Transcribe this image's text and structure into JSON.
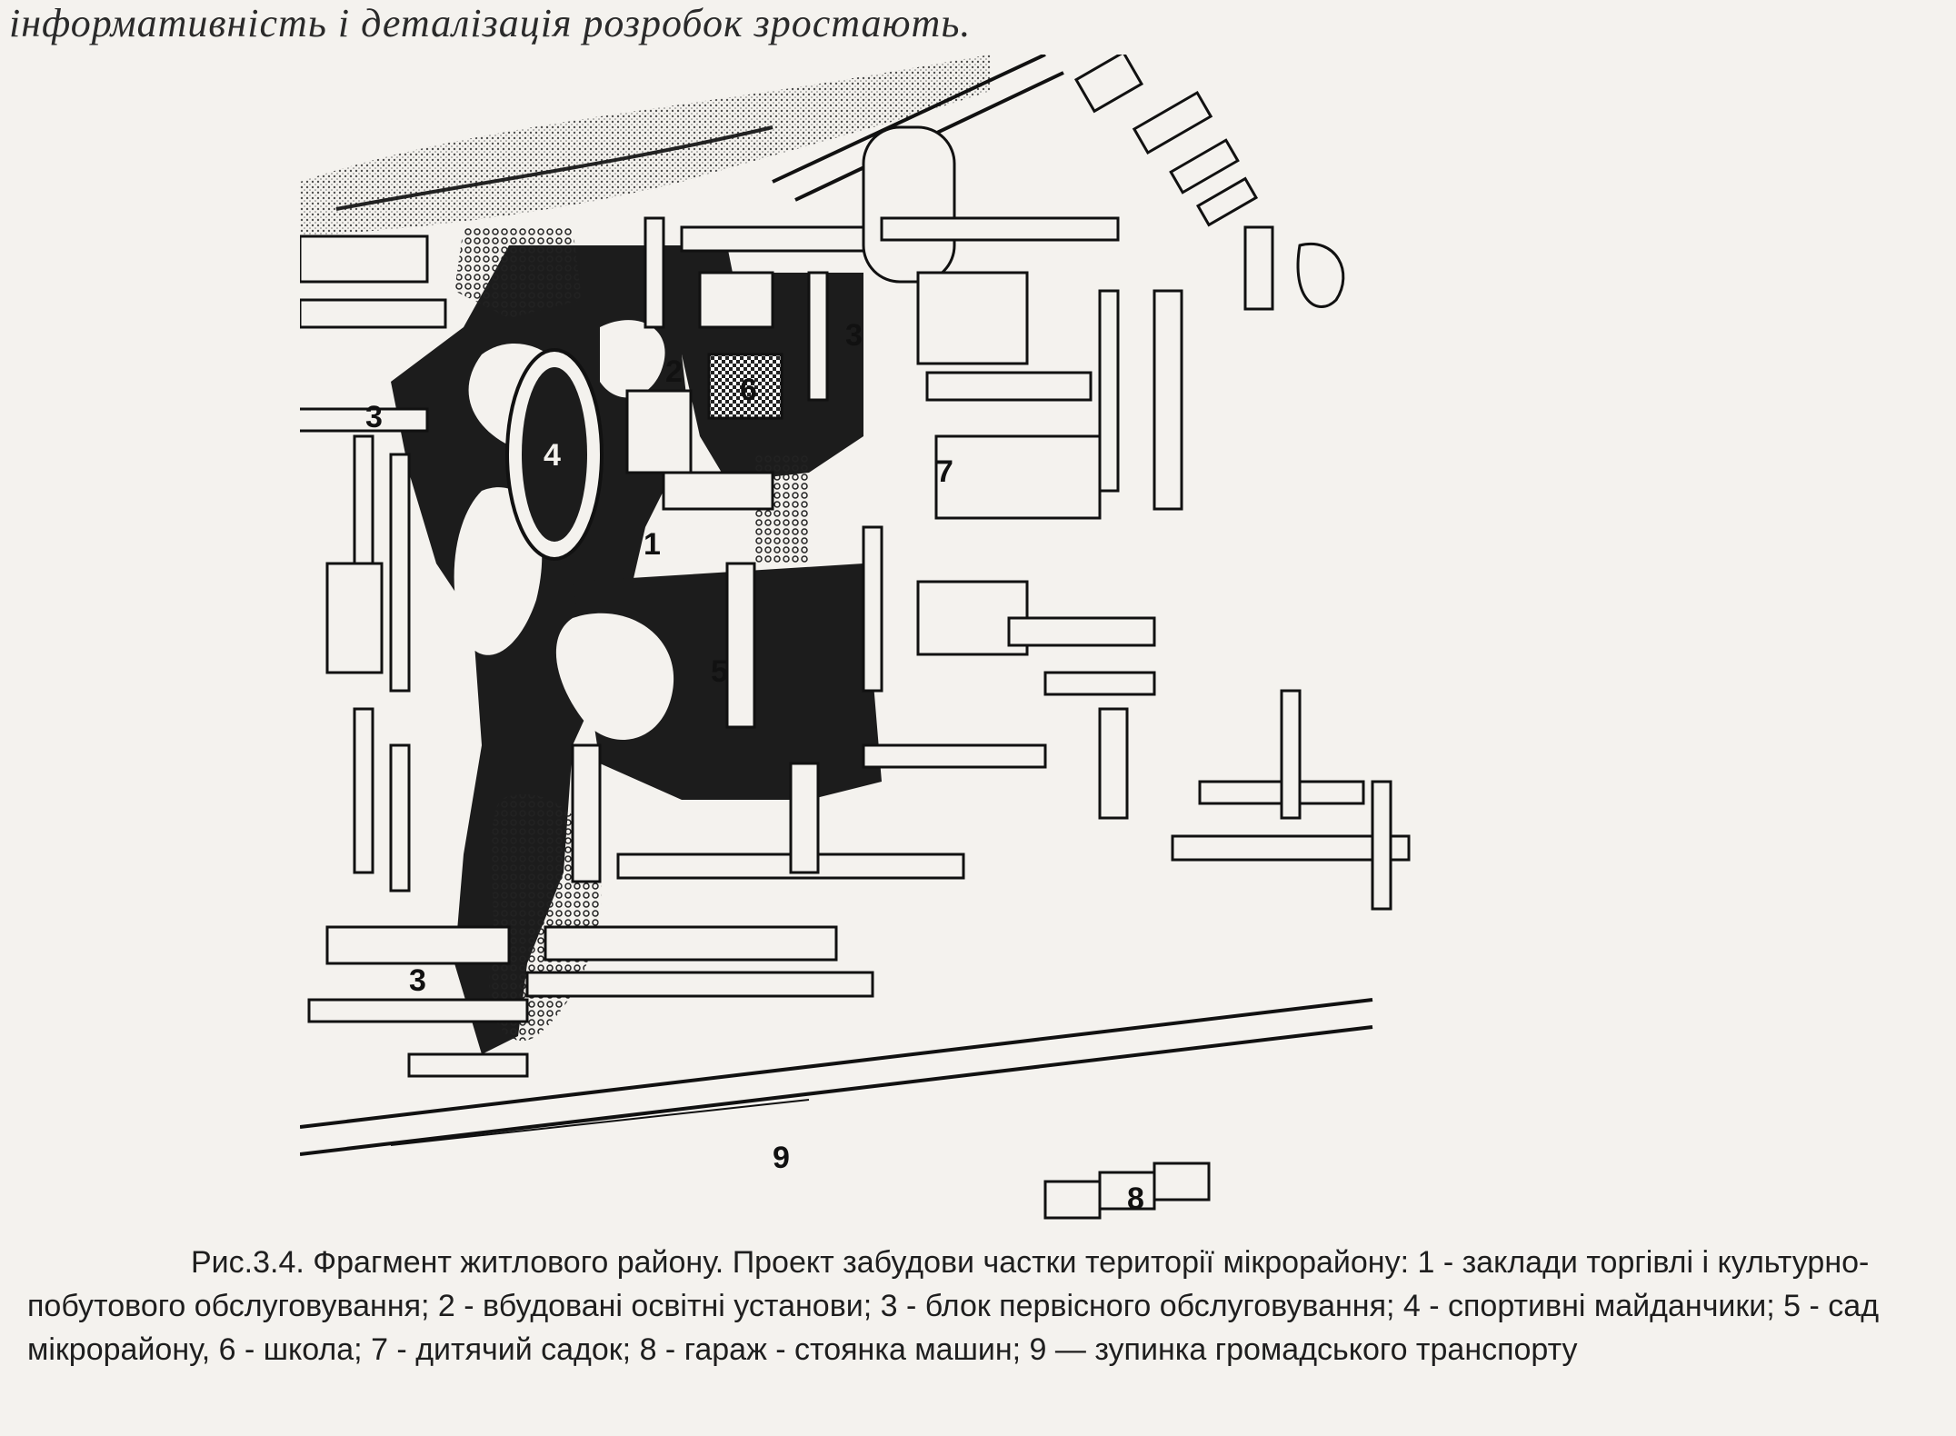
{
  "heading_fragment": "інформативність і деталізація розробок зростають.",
  "plan": {
    "markers": [
      "1",
      "2",
      "3",
      "3",
      "3",
      "4",
      "5",
      "6",
      "7",
      "8",
      "9"
    ]
  },
  "caption": {
    "text": "Рис.3.4. Фрагмент житлового району. Проект забудови частки території мікрорайону: 1 - заклади торгівлі і культурно-побутового обслуговування; 2 - вбудовані освітні установи; 3 - блок первісного обслуговування; 4 - спортивні майданчики; 5 - сад мікрорайону, 6 - школа; 7 - дитячий садок; 8 - гараж - стоянка машин; 9 — зупинка громадського транспорту"
  }
}
